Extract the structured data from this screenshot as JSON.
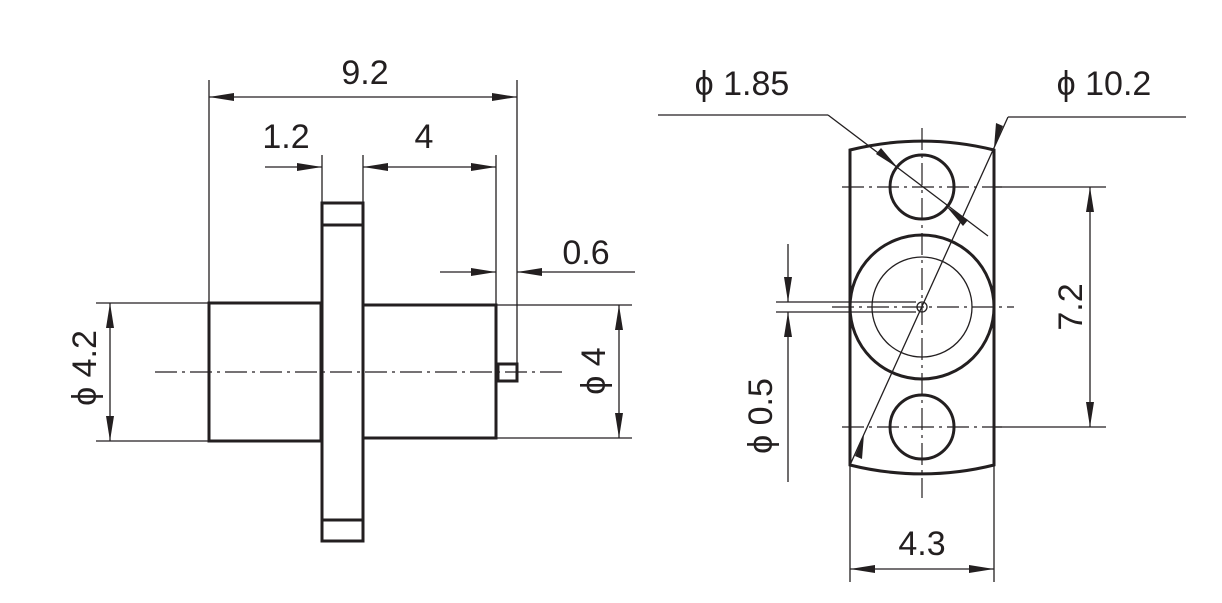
{
  "side_view": {
    "overall_length": "9.2",
    "flange_thickness": "1.2",
    "body_length": "4",
    "pin_length": "0.6",
    "rear_diameter": "ϕ 4.2",
    "front_diameter": "ϕ 4"
  },
  "front_view": {
    "hole_diameter": "ϕ 1.85",
    "flange_diameter": "ϕ 10.2",
    "pin_diameter": "ϕ 0.5",
    "hole_spacing": "7.2",
    "flange_width": "4.3"
  },
  "colors": {
    "ink": "#231f20",
    "background": "#ffffff"
  }
}
